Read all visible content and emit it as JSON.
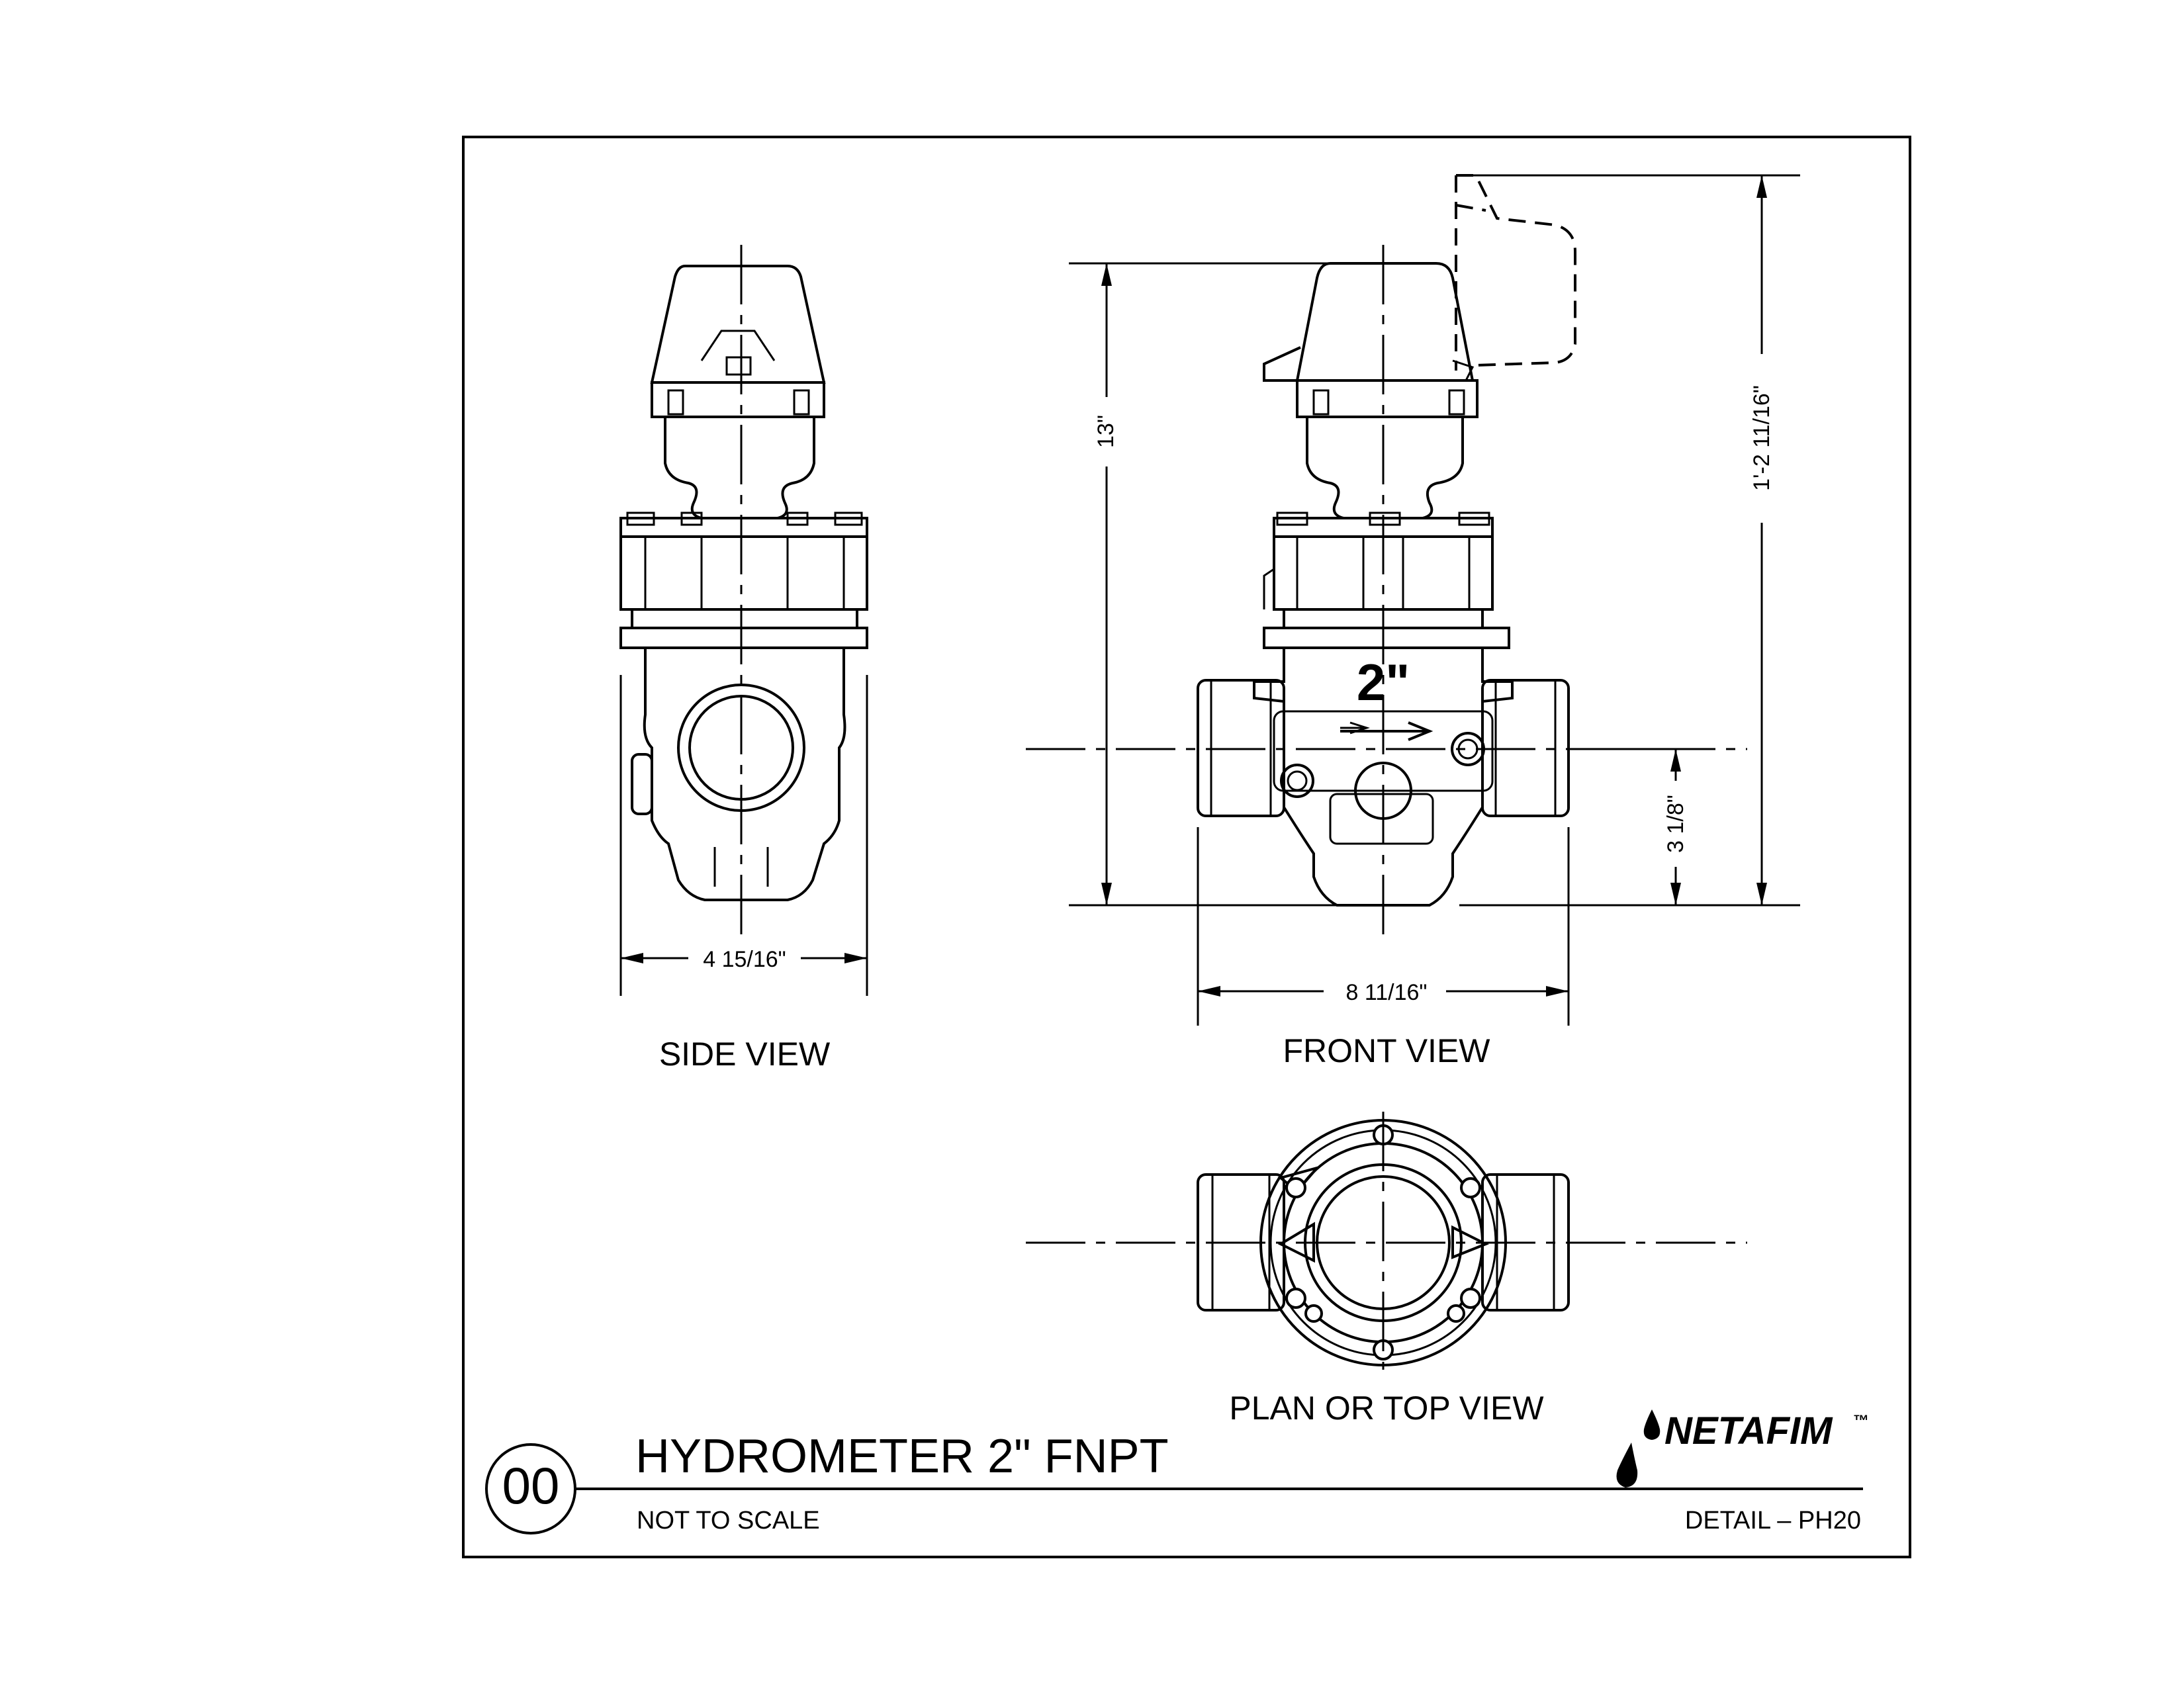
{
  "views": {
    "side": "SIDE VIEW",
    "front": "FRONT VIEW",
    "plan": "PLAN OR TOP VIEW"
  },
  "dimensions": {
    "side_width": "4 15/16\"",
    "front_width": "8 11/16\"",
    "height_closed": "13\"",
    "height_open": "1'-2 11/16\"",
    "inlet_height": "3 1/8\"",
    "size_marking": "2\""
  },
  "title_block": {
    "detail_number": "00",
    "title": "HYDROMETER 2\" FNPT",
    "scale": "NOT  TO  SCALE",
    "detail_ref": "DETAIL  –  PH20",
    "brand": "NETAFIM",
    "brand_mark": "™"
  }
}
